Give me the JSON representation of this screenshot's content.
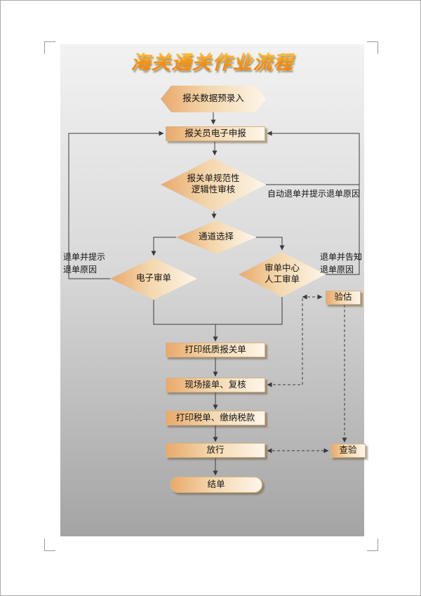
{
  "page": {
    "title": "海关通关作业流程"
  },
  "flowchart": {
    "nodes": {
      "pre_entry": {
        "label": "报关数据预录入",
        "shape": "hexagon"
      },
      "e_declare": {
        "label": "报关员电子申报",
        "shape": "rect"
      },
      "review": {
        "label": "报关单规范性\n逻辑性审核",
        "shape": "diamond"
      },
      "channel": {
        "label": "通道选择",
        "shape": "diamond"
      },
      "e_audit": {
        "label": "电子审单",
        "shape": "diamond"
      },
      "manual_audit": {
        "label": "审单中心\n人工审单",
        "shape": "diamond"
      },
      "valuation": {
        "label": "验估",
        "shape": "rect"
      },
      "print_declaration": {
        "label": "打印纸质报关单",
        "shape": "rect"
      },
      "site_check": {
        "label": "现场接单、复核",
        "shape": "rect"
      },
      "pay_tax": {
        "label": "打印税单、缴纳税款",
        "shape": "rect"
      },
      "release": {
        "label": "放行",
        "shape": "rect"
      },
      "closing": {
        "label": "结单",
        "shape": "terminator"
      },
      "inspection": {
        "label": "查验",
        "shape": "rect"
      }
    },
    "edge_labels": {
      "auto_return": "自动退单并提示退单原因",
      "left_return": "退单并提示\n退单原因",
      "right_return": "退单并告知\n退单原因"
    }
  },
  "colors": {
    "node_gradient_start": "#e9a96b",
    "node_gradient_end": "#fdf6ea",
    "canvas_top": "#f2f2f2",
    "canvas_bottom": "#a4a4a4",
    "title_orange": "#ff9100",
    "connector": "#3a3a3a"
  }
}
